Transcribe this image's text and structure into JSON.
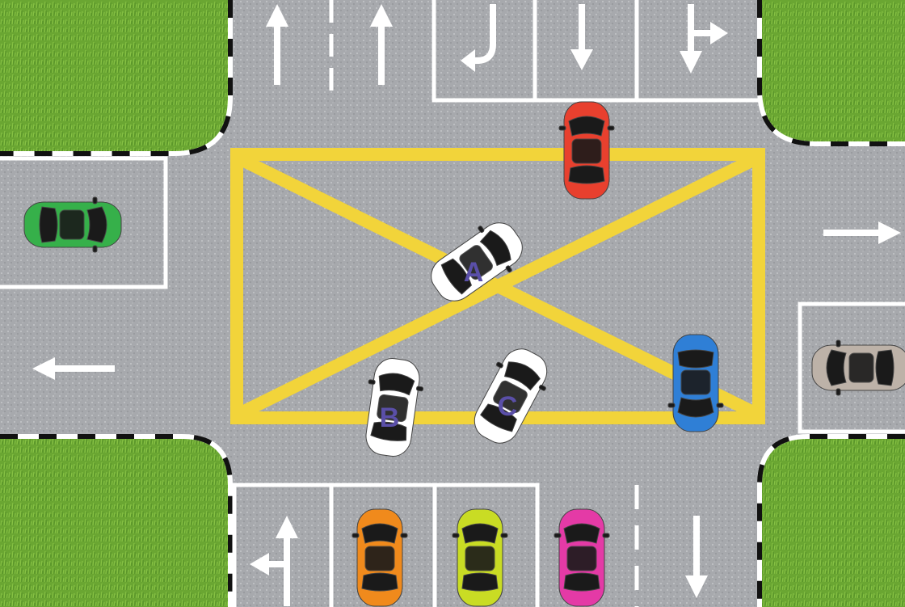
{
  "colors": {
    "grass": "#5f9a2e",
    "grass_light": "#7fbf3a",
    "road": "#a7a9ad",
    "markings": "#ffffff",
    "box_junction": "#f2d43a",
    "label": "#5a4fa8"
  },
  "cars": [
    {
      "id": "car-a",
      "label": "A",
      "color": "#ffffff"
    },
    {
      "id": "car-b",
      "label": "B",
      "color": "#ffffff"
    },
    {
      "id": "car-c",
      "label": "C",
      "color": "#ffffff"
    },
    {
      "id": "car-red",
      "label": "",
      "color": "#e8402e"
    },
    {
      "id": "car-blue",
      "label": "",
      "color": "#2f7fd6"
    },
    {
      "id": "car-green",
      "label": "",
      "color": "#36b04a"
    },
    {
      "id": "car-grey",
      "label": "",
      "color": "#bdb2a8"
    },
    {
      "id": "car-orange",
      "label": "",
      "color": "#f08a1c"
    },
    {
      "id": "car-yellow",
      "label": "",
      "color": "#c9dc24"
    },
    {
      "id": "car-pink",
      "label": "",
      "color": "#e43aa6"
    }
  ],
  "lane_arrows": [
    "straight-arrow-icon",
    "straight-arrow-icon",
    "left-turn-arrow-icon",
    "straight-arrow-icon",
    "straight-right-arrow-icon",
    "straight-arrow-icon",
    "straight-arrow-icon",
    "straight-left-arrow-icon",
    "straight-arrow-icon"
  ]
}
